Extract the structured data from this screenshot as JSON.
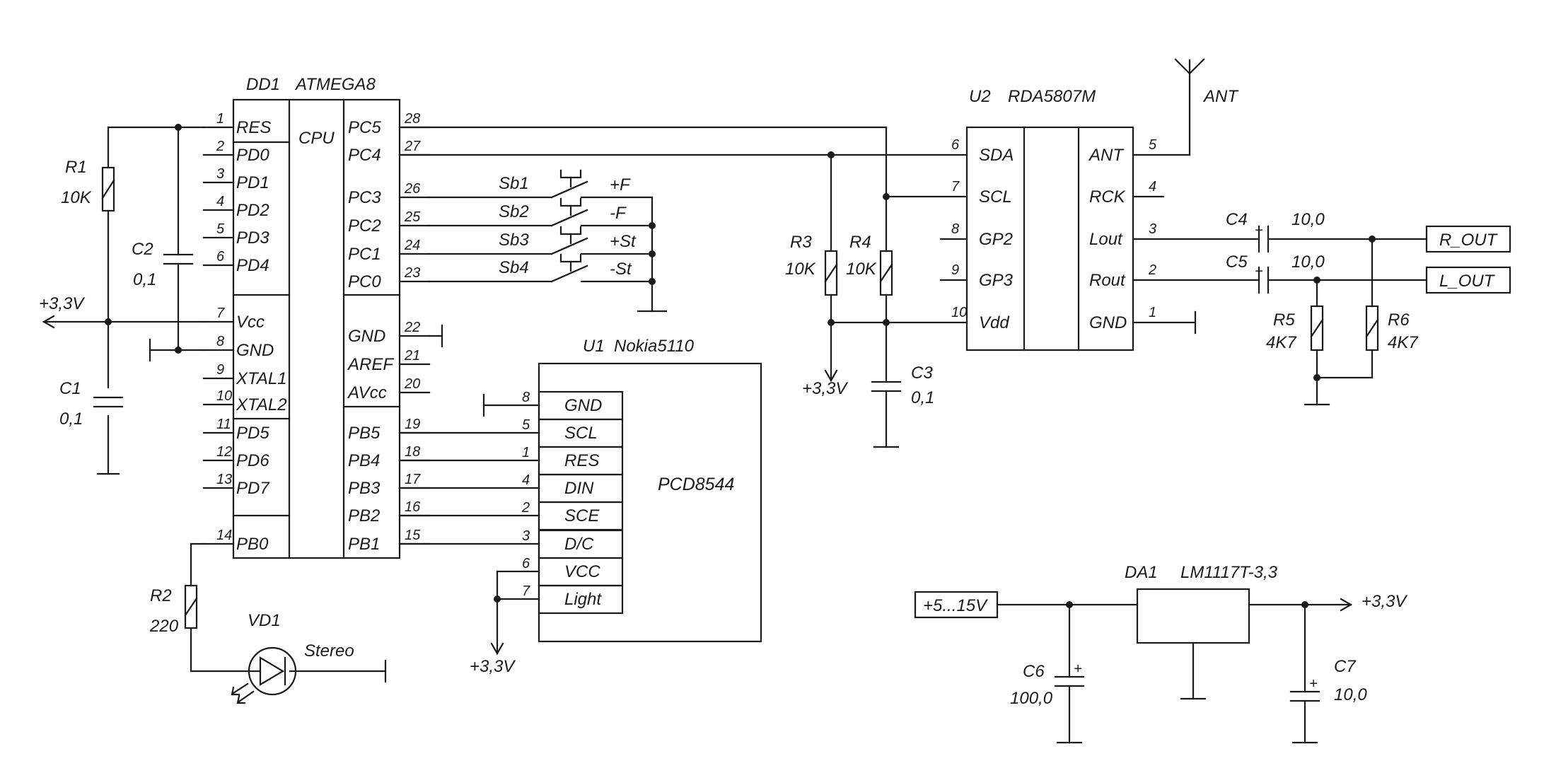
{
  "colors": {
    "line": "#1a1a1a",
    "background": "#ffffff"
  },
  "dd1": {
    "ref": "DD1",
    "part": "ATMEGA8",
    "core": "CPU",
    "left_pins": [
      {
        "num": "1",
        "name": "RES"
      },
      {
        "num": "2",
        "name": "PD0"
      },
      {
        "num": "3",
        "name": "PD1"
      },
      {
        "num": "4",
        "name": "PD2"
      },
      {
        "num": "5",
        "name": "PD3"
      },
      {
        "num": "6",
        "name": "PD4"
      },
      {
        "num": "7",
        "name": "Vcc"
      },
      {
        "num": "8",
        "name": "GND"
      },
      {
        "num": "9",
        "name": "XTAL1"
      },
      {
        "num": "10",
        "name": "XTAL2"
      },
      {
        "num": "11",
        "name": "PD5"
      },
      {
        "num": "12",
        "name": "PD6"
      },
      {
        "num": "13",
        "name": "PD7"
      },
      {
        "num": "14",
        "name": "PB0"
      }
    ],
    "right_pins": [
      {
        "num": "28",
        "name": "PC5"
      },
      {
        "num": "27",
        "name": "PC4"
      },
      {
        "num": "26",
        "name": "PC3"
      },
      {
        "num": "25",
        "name": "PC2"
      },
      {
        "num": "24",
        "name": "PC1"
      },
      {
        "num": "23",
        "name": "PC0"
      },
      {
        "num": "22",
        "name": "GND"
      },
      {
        "num": "21",
        "name": "AREF"
      },
      {
        "num": "20",
        "name": "AVcc"
      },
      {
        "num": "19",
        "name": "PB5"
      },
      {
        "num": "18",
        "name": "PB4"
      },
      {
        "num": "17",
        "name": "PB3"
      },
      {
        "num": "16",
        "name": "PB2"
      },
      {
        "num": "15",
        "name": "PB1"
      }
    ]
  },
  "u1": {
    "ref": "U1",
    "part": "Nokia5110",
    "chip": "PCD8544",
    "pins": [
      {
        "num": "8",
        "name": "GND"
      },
      {
        "num": "5",
        "name": "SCL"
      },
      {
        "num": "1",
        "name": "RES"
      },
      {
        "num": "4",
        "name": "DIN"
      },
      {
        "num": "2",
        "name": "SCE"
      },
      {
        "num": "3",
        "name": "D/C"
      },
      {
        "num": "6",
        "name": "VCC"
      },
      {
        "num": "7",
        "name": "Light"
      }
    ]
  },
  "u2": {
    "ref": "U2",
    "part": "RDA5807M",
    "left_pins": [
      {
        "num": "6",
        "name": "SDA"
      },
      {
        "num": "7",
        "name": "SCL"
      },
      {
        "num": "8",
        "name": "GP2"
      },
      {
        "num": "9",
        "name": "GP3"
      },
      {
        "num": "10",
        "name": "Vdd"
      }
    ],
    "right_pins": [
      {
        "num": "5",
        "name": "ANT"
      },
      {
        "num": "4",
        "name": "RCK"
      },
      {
        "num": "3",
        "name": "Lout"
      },
      {
        "num": "2",
        "name": "Rout"
      },
      {
        "num": "1",
        "name": "GND"
      }
    ],
    "antenna": "ANT"
  },
  "da1": {
    "ref": "DA1",
    "part": "LM1117T-3,3",
    "input": "+5...15V",
    "output": "+3,3V"
  },
  "switches": [
    {
      "ref": "Sb1",
      "func": "+F"
    },
    {
      "ref": "Sb2",
      "func": "-F"
    },
    {
      "ref": "Sb3",
      "func": "+St"
    },
    {
      "ref": "Sb4",
      "func": "-St"
    }
  ],
  "components": {
    "r1": {
      "ref": "R1",
      "value": "10K"
    },
    "r2": {
      "ref": "R2",
      "value": "220"
    },
    "r3": {
      "ref": "R3",
      "value": "10K"
    },
    "r4": {
      "ref": "R4",
      "value": "10K"
    },
    "r5": {
      "ref": "R5",
      "value": "4K7"
    },
    "r6": {
      "ref": "R6",
      "value": "4K7"
    },
    "c1": {
      "ref": "C1",
      "value": "0,1"
    },
    "c2": {
      "ref": "C2",
      "value": "0,1"
    },
    "c3": {
      "ref": "C3",
      "value": "0,1"
    },
    "c4": {
      "ref": "C4",
      "value": "10,0"
    },
    "c5": {
      "ref": "C5",
      "value": "10,0"
    },
    "c6": {
      "ref": "C6",
      "value": "100,0"
    },
    "c7": {
      "ref": "C7",
      "value": "10,0"
    },
    "vd1": {
      "ref": "VD1",
      "label": "Stereo"
    }
  },
  "nets": {
    "vcc_left": "+3,3V",
    "vcc_r3": "+3,3V",
    "vcc_lcd": "+3,3V",
    "r_out": "R_OUT",
    "l_out": "L_OUT"
  }
}
